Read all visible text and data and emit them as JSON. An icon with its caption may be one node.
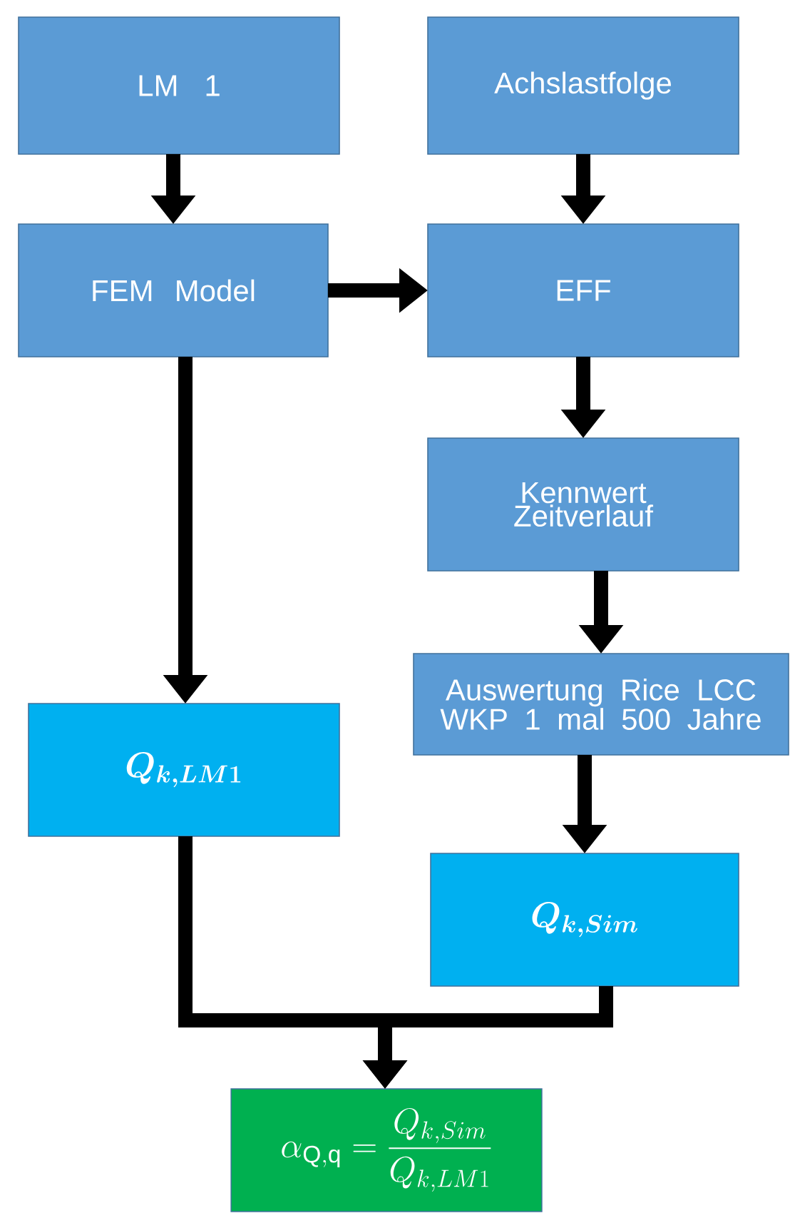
{
  "diagram": {
    "nodes": [
      {
        "text": [
          "LM 1"
        ]
      },
      {
        "text": [
          "Achslastfolge"
        ]
      },
      {
        "text": [
          "FEM Model"
        ]
      },
      {
        "text": [
          "EFF"
        ]
      },
      {
        "text": [
          "Kennwert Zeitverlauf"
        ]
      },
      {
        "text": [
          "Auswertung Rice LCC WKP 1 mal 500 Jahre"
        ]
      },
      {
        "text": [
          "Q_{k,LM1}"
        ]
      },
      {
        "text": [
          "Q_{k,Sim}"
        ]
      },
      {
        "text": [
          "\\alpha_{\\mathrm{Q,q}} = \\frac{Q_{k,Sim}}{Q_{k,LM1}}"
        ]
      }
    ],
    "edges": [
      {
        "from": 0,
        "to": 2,
        "arrow": "to"
      },
      {
        "from": 1,
        "to": 3,
        "arrow": "to"
      },
      {
        "from": 2,
        "to": 3,
        "arrow": "to"
      },
      {
        "from": 3,
        "to": 4,
        "arrow": "to"
      },
      {
        "from": 4,
        "to": 5,
        "arrow": "to"
      },
      {
        "from": 5,
        "to": 7,
        "arrow": "to"
      },
      {
        "from": 2,
        "to": 6,
        "arrow": "to"
      },
      {
        "from": 6,
        "to": 8,
        "arrow": "to"
      },
      {
        "from": 7,
        "to": 8,
        "arrow": "to"
      }
    ]
  }
}
